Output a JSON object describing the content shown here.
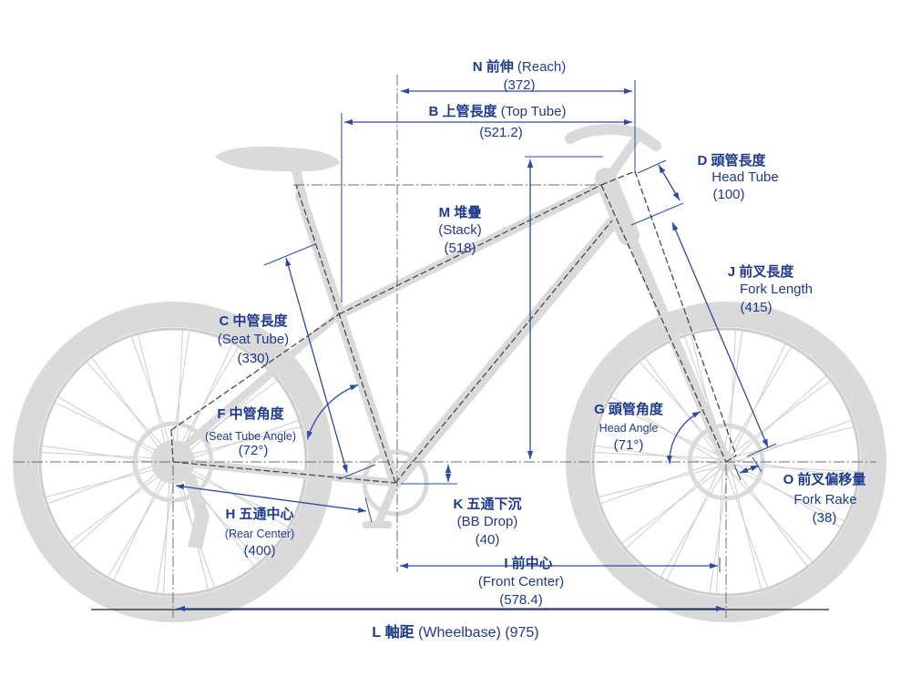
{
  "dimensions": {
    "reach": {
      "letter": "N",
      "zh": "前伸",
      "en": "(Reach)",
      "value": "(372)"
    },
    "top_tube": {
      "letter": "B",
      "zh": "上管長度",
      "en": "(Top Tube)",
      "value": "(521.2)"
    },
    "head_tube": {
      "letter": "D",
      "zh": "頭管長度",
      "en": "Head Tube",
      "value": "(100)"
    },
    "stack": {
      "letter": "M",
      "zh": "堆疊",
      "en": "(Stack)",
      "value": "(518)"
    },
    "fork_length": {
      "letter": "J",
      "zh": "前叉長度",
      "en": "Fork Length",
      "value": "(415)"
    },
    "seat_tube": {
      "letter": "C",
      "zh": "中管長度",
      "en": "(Seat Tube)",
      "value": "(330)"
    },
    "seat_tube_angle": {
      "letter": "F",
      "zh": "中管角度",
      "en": "(Seat Tube Angle)",
      "value": "(72°)"
    },
    "head_angle": {
      "letter": "G",
      "zh": "頭管角度",
      "en": "Head Angle",
      "value": "(71°)"
    },
    "bb_drop": {
      "letter": "K",
      "zh": "五通下沉",
      "en": "(BB Drop)",
      "value": "(40)"
    },
    "rear_center": {
      "letter": "H",
      "zh": "五通中心",
      "en": "(Rear Center)",
      "value": "(400)"
    },
    "fork_rake": {
      "letter": "O",
      "zh": "前叉偏移量",
      "en": "Fork Rake",
      "value": "(38)"
    },
    "front_center": {
      "letter": "I",
      "zh": "前中心",
      "en": "(Front Center)",
      "value": "(578.4)"
    },
    "wheelbase": {
      "letter": "L",
      "zh": "軸距",
      "en": "(Wheelbase)",
      "value": "(975)"
    }
  },
  "colors": {
    "label": "#1e3a8f",
    "dimension_line": "#2c4aa3",
    "frame_line": "#4a4a4a",
    "reference_line": "#6e6e6e",
    "bike": "#dadada",
    "bike_dark": "#cdcdcd",
    "ground": "#222222"
  }
}
